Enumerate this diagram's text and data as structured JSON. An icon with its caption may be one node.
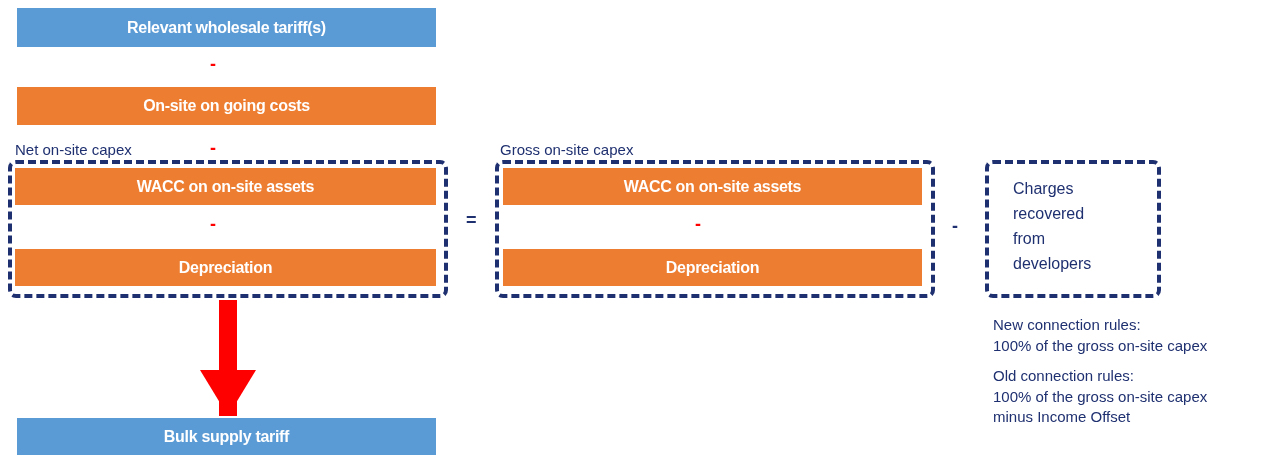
{
  "diagram": {
    "nodes": [
      {
        "text": [
          "Relevant wholesale tariff(s)"
        ]
      },
      {
        "text": [
          "On-site on going costs"
        ]
      },
      {
        "text": [
          "Net on-site capex"
        ]
      },
      {
        "text": [
          "WACC on on-site assets"
        ],
        "in": 2
      },
      {
        "text": [
          "Depreciation"
        ],
        "in": 2
      },
      {
        "text": [
          "Gross on-site capex"
        ]
      },
      {
        "text": [
          "WACC on on-site assets"
        ],
        "in": 5
      },
      {
        "text": [
          "Depreciation"
        ],
        "in": 5
      },
      {
        "text": [
          "Charges recovered from developers"
        ]
      },
      {
        "text": [
          "Bulk supply tariff"
        ]
      }
    ],
    "edges": [
      {
        "from": 2,
        "to": 9,
        "arrow": "to"
      }
    ],
    "labels": [
      "-",
      "-",
      "-",
      "=",
      "-",
      "-",
      "New connection rules:",
      "100% of the gross on-site capex",
      "Old connection rules:",
      "100% of the gross on-site capex minus Income Offset"
    ]
  }
}
